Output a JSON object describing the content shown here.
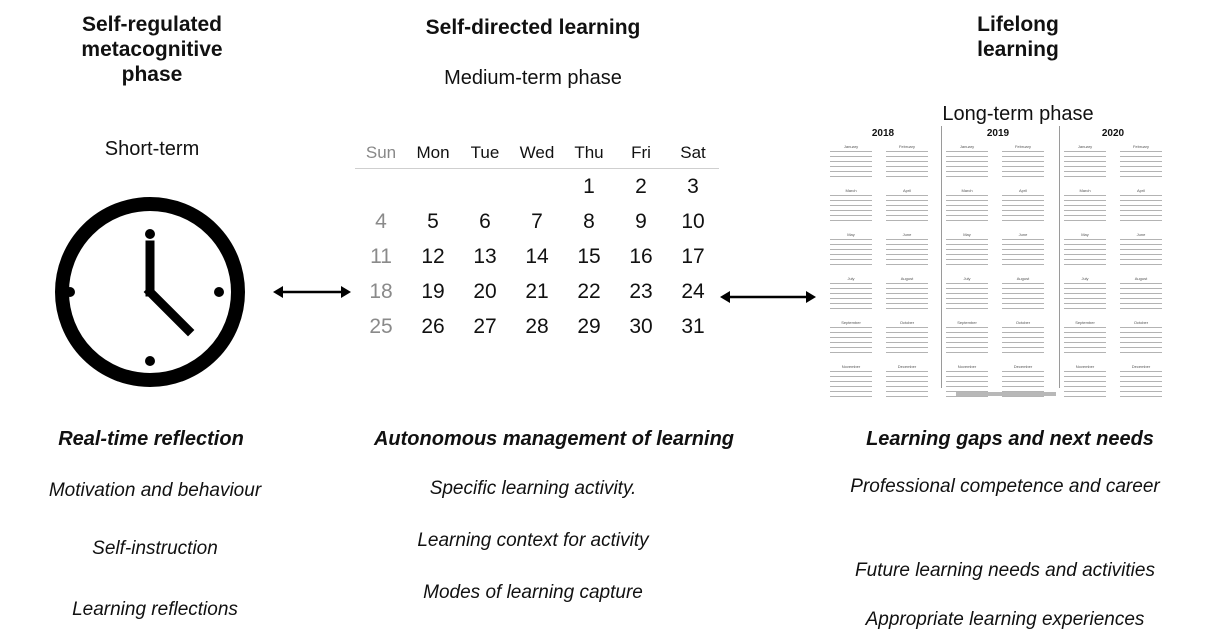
{
  "columns": {
    "left": {
      "title_lines": [
        "Self-regulated",
        "metacognitive",
        "phase"
      ],
      "phase": "Short-term",
      "section_title": "Real-time reflection",
      "items": [
        "Motivation and behaviour",
        "Self-instruction",
        "Learning reflections"
      ]
    },
    "middle": {
      "title": "Self-directed learning",
      "phase": "Medium-term phase",
      "section_title": "Autonomous management of learning",
      "items": [
        "Specific learning activity.",
        "Learning context for activity",
        "Modes of learning capture"
      ]
    },
    "right": {
      "title_lines": [
        "Lifelong",
        "learning"
      ],
      "phase": "Long-term phase",
      "section_title": "Learning gaps and next needs",
      "items": [
        "Professional competence and career",
        "Future learning needs and activities",
        "Appropriate learning experiences"
      ]
    }
  },
  "calendar": {
    "days": [
      "Sun",
      "Mon",
      "Tue",
      "Wed",
      "Thu",
      "Fri",
      "Sat"
    ],
    "weeks": [
      [
        "",
        "",
        "",
        "",
        "1",
        "2",
        "3"
      ],
      [
        "4",
        "5",
        "6",
        "7",
        "8",
        "9",
        "10"
      ],
      [
        "11",
        "12",
        "13",
        "14",
        "15",
        "16",
        "17"
      ],
      [
        "18",
        "19",
        "20",
        "21",
        "22",
        "23",
        "24"
      ],
      [
        "25",
        "26",
        "27",
        "28",
        "29",
        "30",
        "31"
      ]
    ]
  },
  "yearly_calendar": {
    "years": [
      "2018",
      "2019",
      "2020"
    ],
    "months": [
      "January",
      "February",
      "March",
      "April",
      "May",
      "June",
      "July",
      "August",
      "September",
      "October",
      "November",
      "December"
    ]
  },
  "icons": {
    "clock": "clock-icon",
    "arrow_left": "double-arrow-icon",
    "arrow_right": "double-arrow-icon"
  }
}
